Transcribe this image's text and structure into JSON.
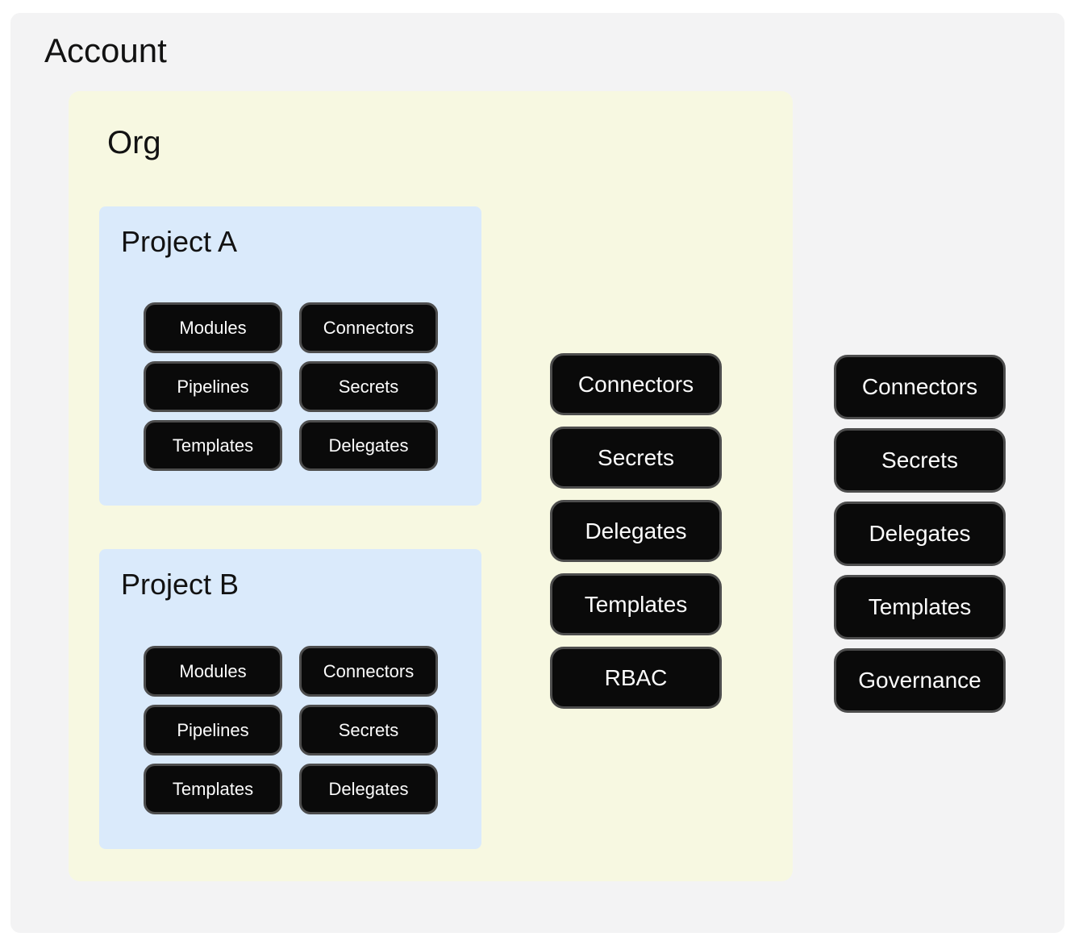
{
  "account": {
    "title": "Account",
    "resources": [
      "Connectors",
      "Secrets",
      "Delegates",
      "Templates",
      "Governance"
    ],
    "org": {
      "title": "Org",
      "resources": [
        "Connectors",
        "Secrets",
        "Delegates",
        "Templates",
        "RBAC"
      ],
      "projects": [
        {
          "title": "Project A",
          "resources": [
            "Modules",
            "Connectors",
            "Pipelines",
            "Secrets",
            "Templates",
            "Delegates"
          ]
        },
        {
          "title": "Project B",
          "resources": [
            "Modules",
            "Connectors",
            "Pipelines",
            "Secrets",
            "Templates",
            "Delegates"
          ]
        }
      ]
    }
  },
  "colors": {
    "page_bg": "#ffffff",
    "account_bg": "#f3f3f4",
    "org_bg": "#f7f8e1",
    "project_bg": "#daeafb",
    "node_bg": "#0a0a0a",
    "node_border": "#4d4d4d",
    "node_text": "#fcfcfc",
    "title_text": "#121212"
  }
}
